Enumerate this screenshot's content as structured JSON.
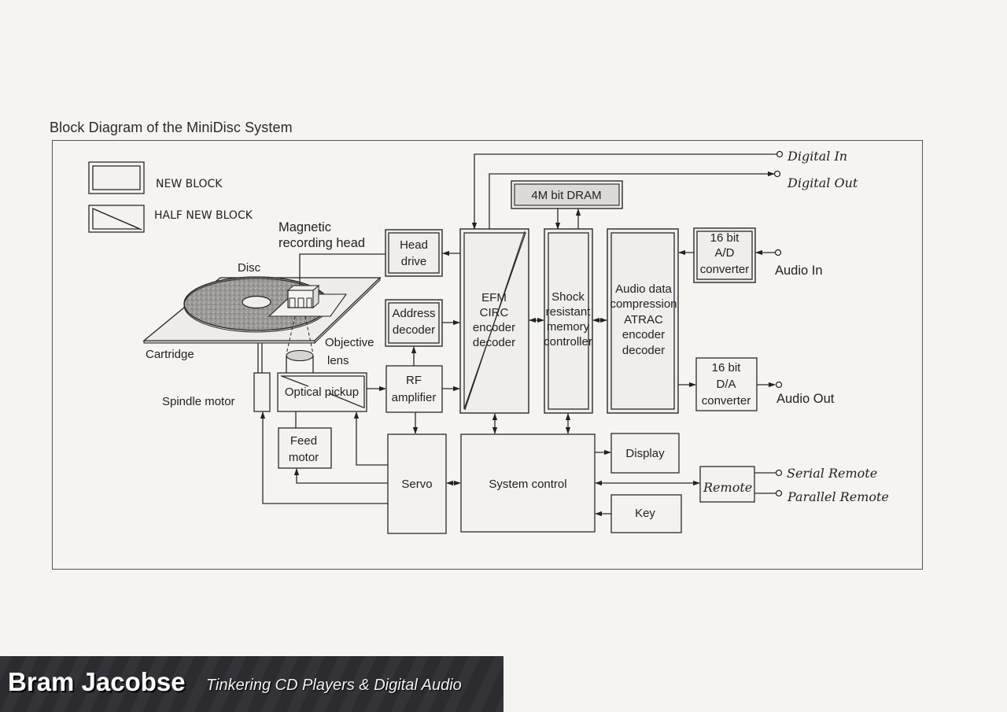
{
  "title": "Block Diagram of the MiniDisc System",
  "legend": {
    "new_block": "NEW BLOCK",
    "half_new_block": "HALF NEW BLOCK"
  },
  "mechanics": {
    "magnetic_head_line1": "Magnetic",
    "magnetic_head_line2": "recording head",
    "disc": "Disc",
    "cartridge": "Cartridge",
    "objective_line1": "Objective",
    "objective_line2": "lens",
    "spindle_motor": "Spindle motor"
  },
  "blocks": {
    "head_drive": [
      "Head",
      "drive"
    ],
    "address_decoder": [
      "Address",
      "decoder"
    ],
    "rf_amplifier": [
      "RF",
      "amplifier"
    ],
    "optical_pickup": "Optical pickup",
    "feed_motor": [
      "Feed",
      "motor"
    ],
    "servo": "Servo",
    "efm": [
      "EFM",
      "CIRC",
      "encoder",
      "decoder"
    ],
    "dram": "4M bit DRAM",
    "shock": [
      "Shock",
      "resistant",
      "memory",
      "controller"
    ],
    "atrac": [
      "Audio data",
      "compression",
      "ATRAC",
      "encoder",
      "decoder"
    ],
    "adc": [
      "16 bit",
      "A/D",
      "converter"
    ],
    "dac": [
      "16 bit",
      "D/A",
      "converter"
    ],
    "system_control": "System control",
    "display": "Display",
    "key": "Key",
    "remote": "Remote"
  },
  "terminals": {
    "digital_in": "Digital In",
    "digital_out": "Digital Out",
    "audio_in": "Audio In",
    "audio_out": "Audio Out",
    "serial_remote": "Serial Remote",
    "parallel_remote": "Parallel Remote"
  },
  "footer": {
    "name": "Bram Jacobse",
    "tagline": "Tinkering CD Players & Digital Audio"
  }
}
